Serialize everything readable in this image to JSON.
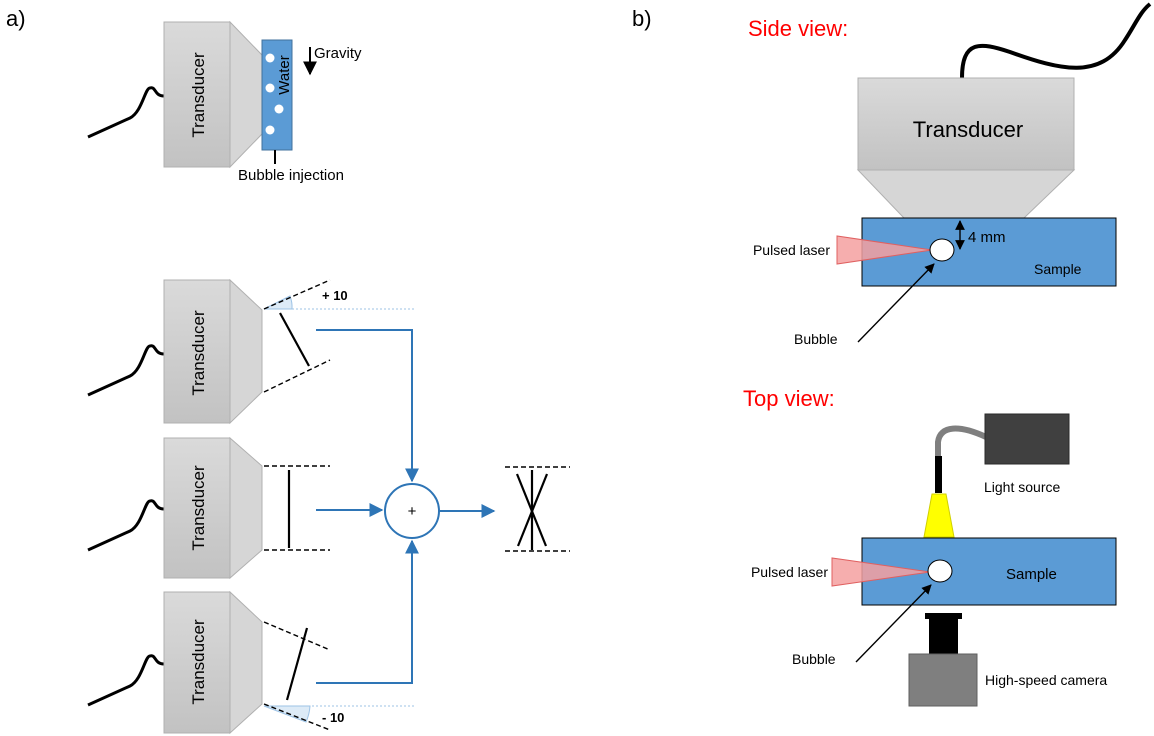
{
  "panel_a": {
    "label": "a)",
    "top": {
      "transducer": "Transducer",
      "water": "Water",
      "gravity": "Gravity",
      "bubble_injection": "Bubble injection"
    },
    "compound": {
      "transducer_1": "Transducer",
      "transducer_2": "Transducer",
      "transducer_3": "Transducer",
      "angle_pos": "+ 10",
      "angle_neg": "- 10",
      "sum_symbol": "+"
    }
  },
  "panel_b": {
    "label": "b)",
    "side_view": {
      "title": "Side view:",
      "transducer": "Transducer",
      "distance": "4 mm",
      "pulsed_laser": "Pulsed laser",
      "sample": "Sample",
      "bubble": "Bubble"
    },
    "top_view": {
      "title": "Top view:",
      "light_source": "Light source",
      "pulsed_laser": "Pulsed laser",
      "sample": "Sample",
      "bubble": "Bubble",
      "camera": "High-speed camera"
    }
  },
  "colors": {
    "transducer_fill": "#d0d0d0",
    "sample_blue": "#5b9bd5",
    "flow_blue": "#2e75b6",
    "title_red": "#ff0000",
    "laser_red": "#f4a0a0",
    "light_yellow": "#ffff00"
  }
}
